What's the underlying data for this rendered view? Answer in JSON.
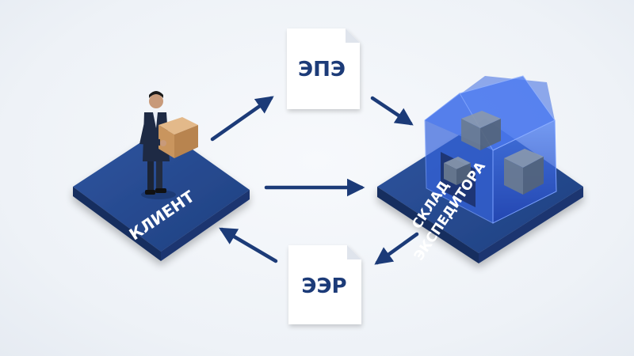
{
  "diagram": {
    "client": {
      "label": "КЛИЕНТ"
    },
    "warehouse": {
      "label_line1": "СКЛАД",
      "label_line2": "ЭКСПЕДИТОРА"
    },
    "doc_top": {
      "label": "ЭПЭ"
    },
    "doc_bottom": {
      "label": "ЭЭР"
    }
  },
  "colors": {
    "platform_top": "#274a8c",
    "platform_side": "#162e5e",
    "arrow": "#1c3b78",
    "doc": "#ffffff",
    "doc_text": "#1e3a78",
    "glass": "#2f5fd8"
  }
}
